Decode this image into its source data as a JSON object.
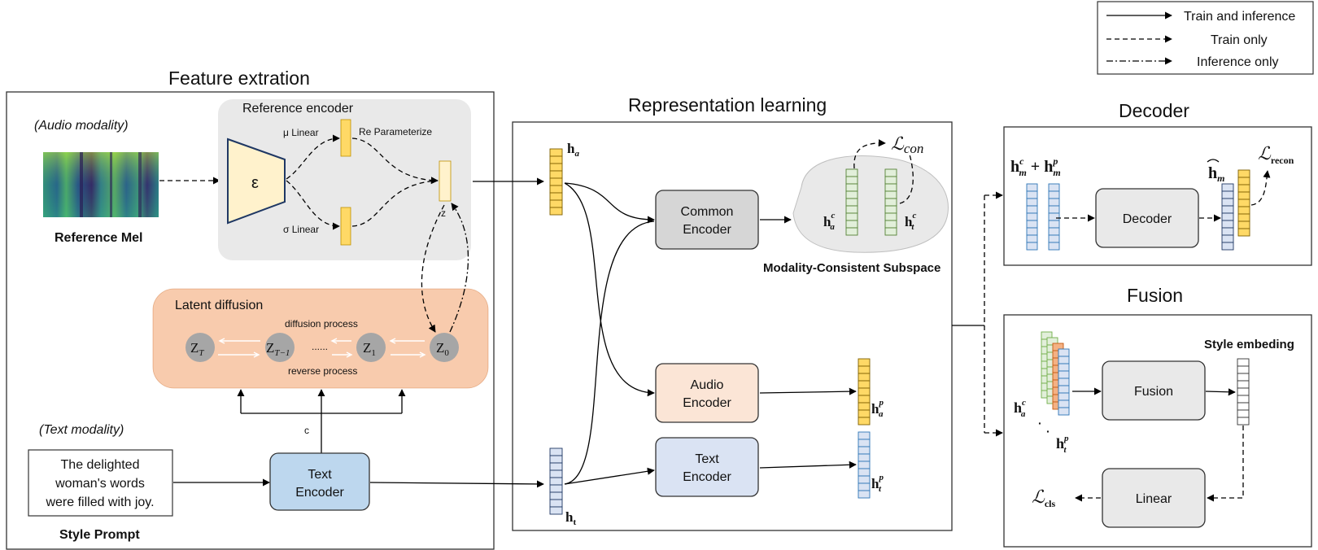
{
  "legend": {
    "train_and_inference": "Train and inference",
    "train_only": "Train only",
    "inference_only": "Inference only"
  },
  "sections": {
    "feature_extraction": "Feature extration",
    "representation_learning": "Representation learning",
    "decoder": "Decoder",
    "fusion": "Fusion"
  },
  "feature": {
    "audio_modality": "(Audio modality)",
    "reference_mel": "Reference Mel",
    "reference_encoder": "Reference encoder",
    "epsilon": "ε",
    "mu_linear": "μ Linear",
    "sigma_linear": "σ Linear",
    "reparameterize": "Re Parameterize",
    "z": "z",
    "latent_diffusion": "Latent diffusion",
    "diffusion_process": "diffusion process",
    "reverse_process": "reverse process",
    "dots": "......",
    "c": "c",
    "text_modality": "(Text modality)",
    "prompt_line1": "The delighted",
    "prompt_line2": "woman's words",
    "prompt_line3": "were filled with joy.",
    "style_prompt": "Style Prompt",
    "text_encoder_l1": "Text",
    "text_encoder_l2": "Encoder"
  },
  "representation": {
    "common_encoder_l1": "Common",
    "common_encoder_l2": "Encoder",
    "audio_encoder_l1": "Audio",
    "audio_encoder_l2": "Encoder",
    "text_encoder_l1": "Text",
    "text_encoder_l2": "Encoder",
    "subspace": "Modality-Consistent  Subspace"
  },
  "decoder": {
    "box": "Decoder"
  },
  "fusion": {
    "box": "Fusion",
    "linear": "Linear",
    "style_embedding": "Style embeding"
  },
  "colors": {
    "yellow_vec": "#ffd966",
    "green_vec": "#e2efda",
    "blue_vec": "#dae3f3",
    "orange_vec": "#f4b183",
    "grey_panel": "#e9e9e9",
    "peach_panel": "#f8cbad"
  }
}
